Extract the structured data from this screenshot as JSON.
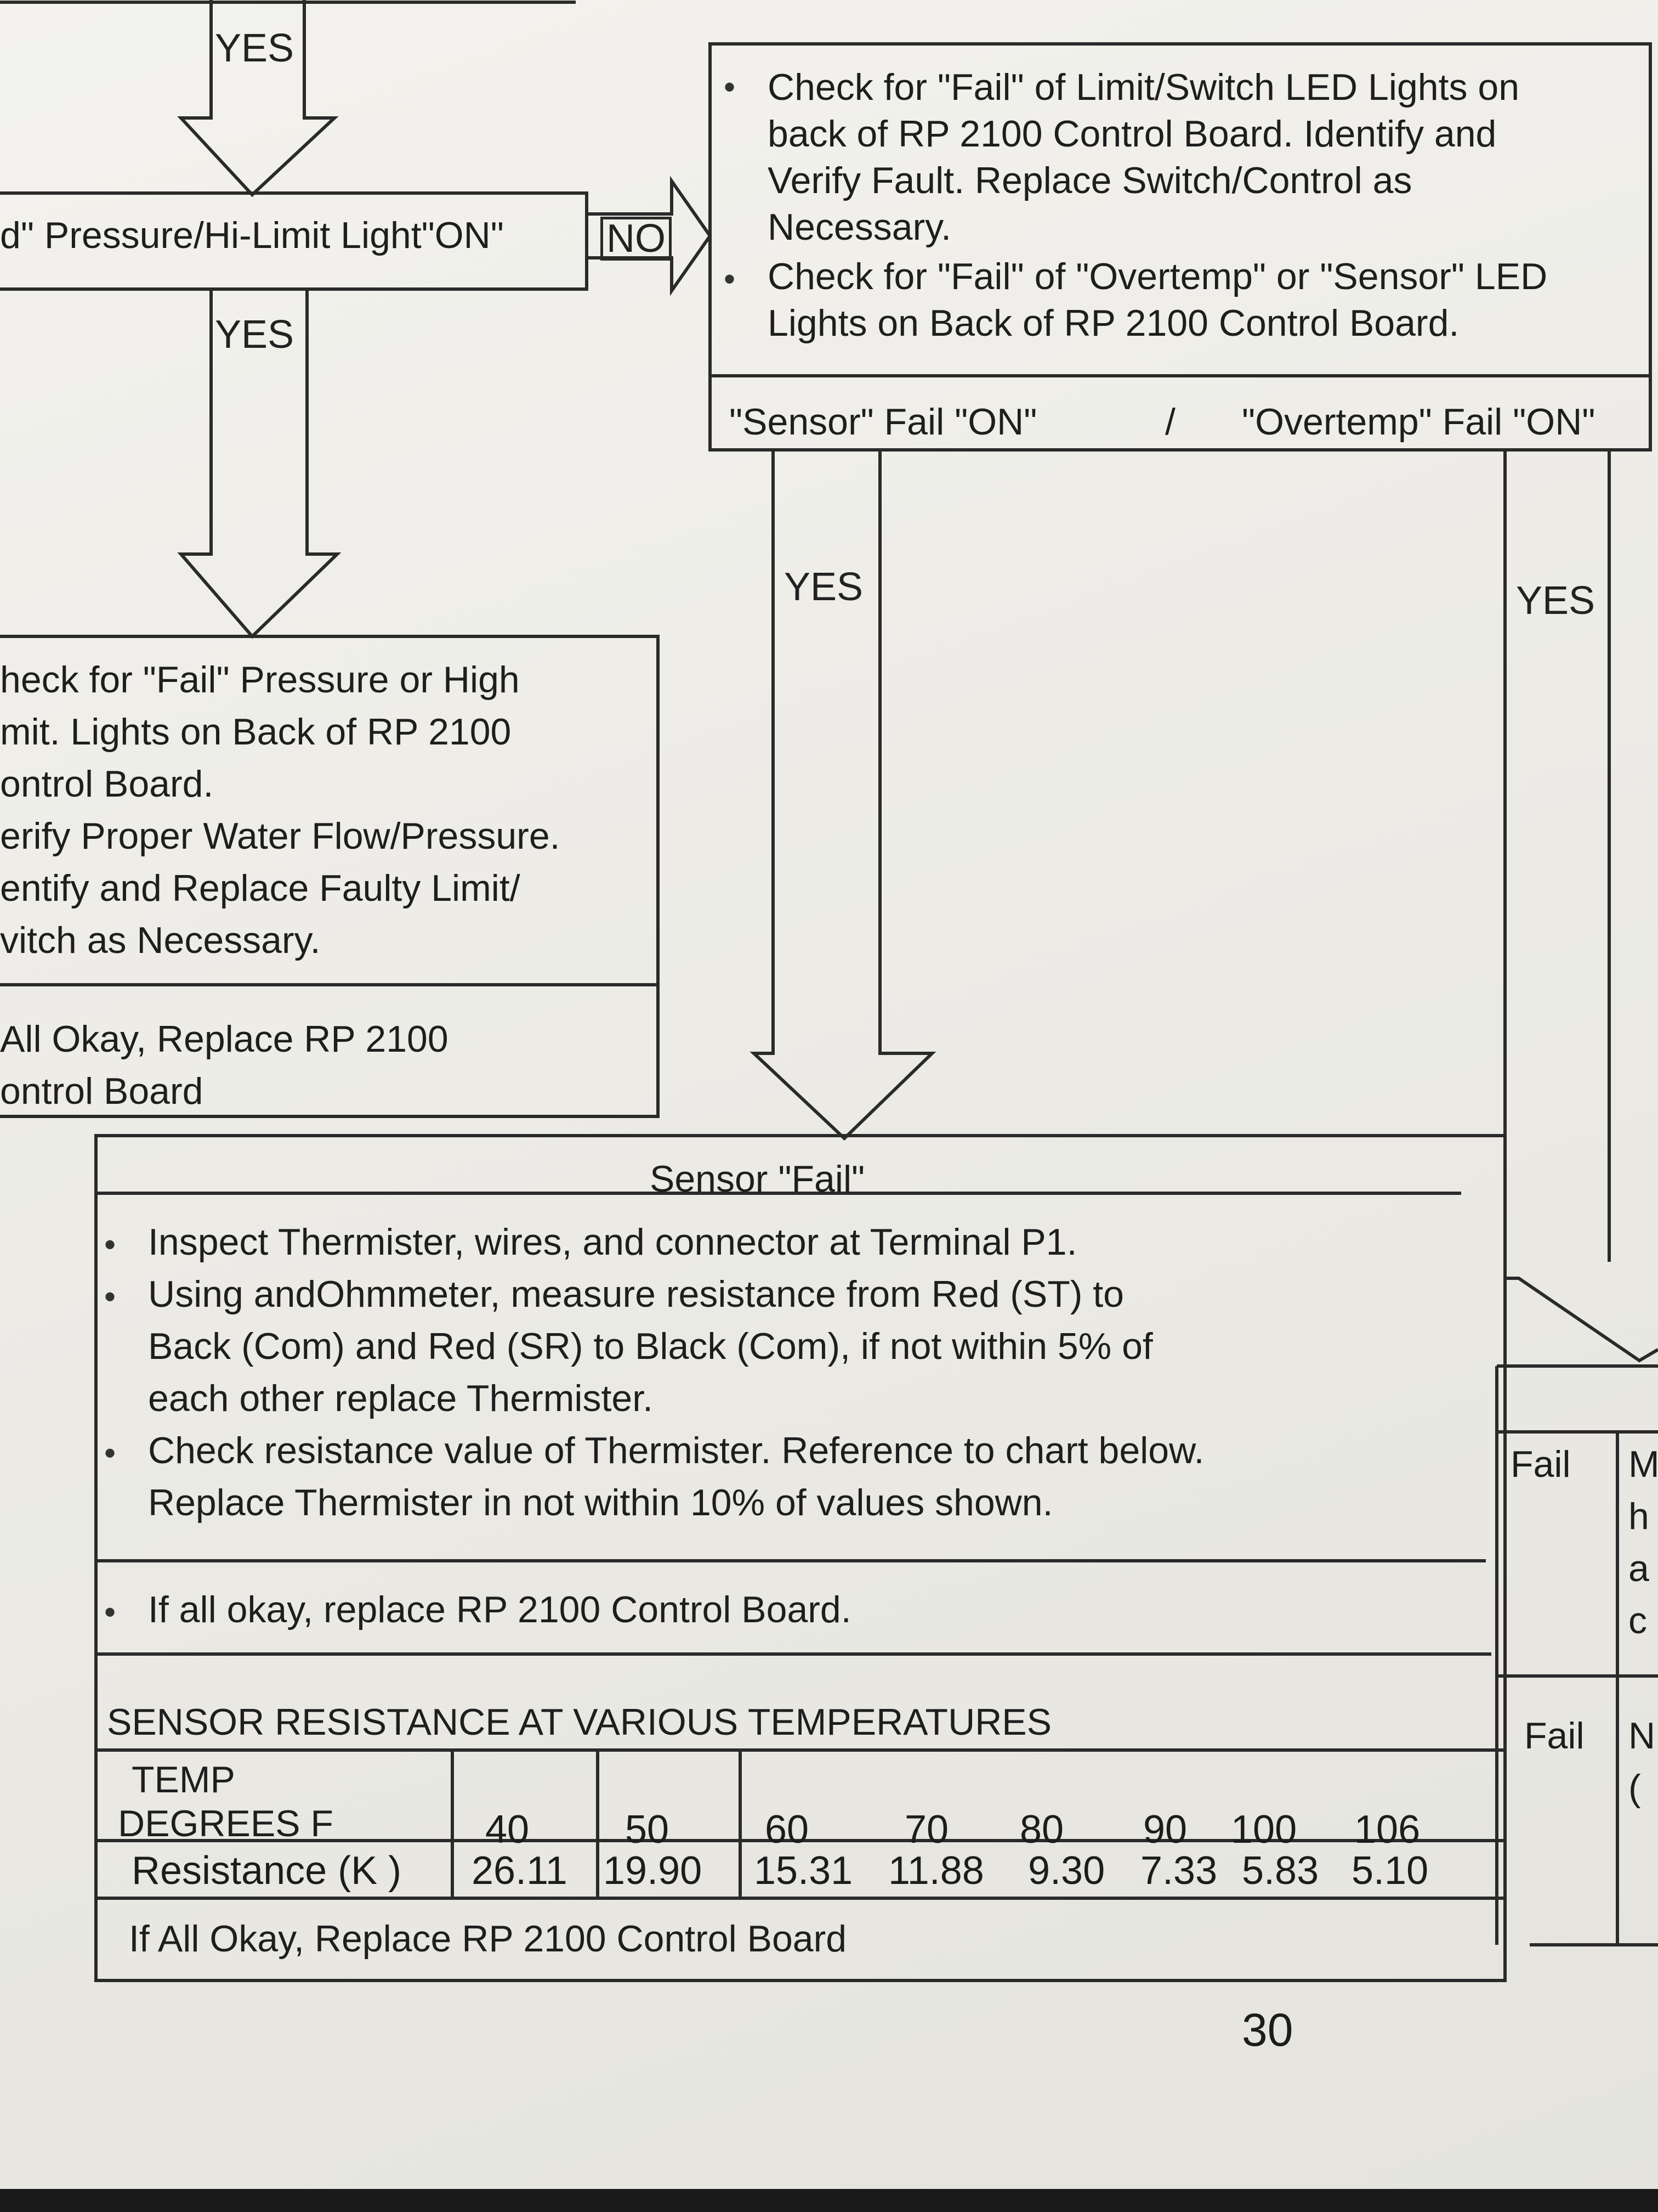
{
  "flow": {
    "yes_top": "YES",
    "pressure_decision": "d\" Pressure/Hi-Limit Light\"ON\"",
    "no_label": "NO",
    "yes_down": "YES",
    "yes_sensor": "YES",
    "yes_overtemp": "YES"
  },
  "check_box": {
    "items": [
      [
        "Check for \"Fail\" of Limit/Switch LED Lights on",
        "back of RP 2100 Control Board.  Identify and",
        "Verify Fault. Replace Switch/Control as",
        "Necessary."
      ],
      [
        "Check for \"Fail\" of \"Overtemp\" or \"Sensor\" LED",
        "Lights on Back of RP 2100 Control Board."
      ]
    ],
    "sensor_fail_on": "\"Sensor\" Fail \"ON\"",
    "slash": "/",
    "overtemp_fail_on": "\"Overtemp\" Fail \"ON\""
  },
  "pressure_box": {
    "lines": [
      "heck for \"Fail\" Pressure or High",
      "mit.  Lights on Back of RP 2100",
      "ontrol Board.",
      "erify Proper  Water Flow/Pressure.",
      "entify and Replace Faulty Limit/",
      "vitch as  Necessary."
    ],
    "footer": [
      "All Okay, Replace RP 2100",
      "ontrol Board"
    ]
  },
  "sensor_box": {
    "title": "Sensor \"Fail\"",
    "items": [
      [
        "Inspect Thermister, wires, and connector at Terminal P1."
      ],
      [
        "Using andOhmmeter, measure resistance from Red (ST) to",
        "Back (Com) and Red (SR) to Black (Com), if not within 5% of",
        "each other replace Thermister."
      ],
      [
        "Check resistance value of Thermister.  Reference to chart below.",
        "Replace Thermister in not within 10% of values shown."
      ]
    ],
    "all_okay": "If all okay, replace RP 2100 Control Board.",
    "table_title": "SENSOR RESISTANCE AT VARIOUS TEMPERATURES",
    "temp_header": [
      "TEMP",
      "DEGREES F"
    ],
    "temps": [
      "40",
      "50",
      "60",
      "70",
      "80",
      "90",
      "100",
      "106"
    ],
    "resistance_label": "Resistance (K  )",
    "resistances": [
      "26.11",
      "19.90",
      "15.31",
      "11.88",
      "9.30",
      "7.33",
      "5.83",
      "5.10"
    ],
    "footer": "If All Okay, Replace RP 2100 Control Board"
  },
  "overtemp_box": {
    "rows": [
      {
        "label": "Fail",
        "chars": [
          "M",
          "h",
          "a",
          "c"
        ]
      },
      {
        "label": "Fail",
        "chars": [
          "N",
          "(",
          "",
          ""
        ]
      }
    ]
  },
  "page_number": "30"
}
